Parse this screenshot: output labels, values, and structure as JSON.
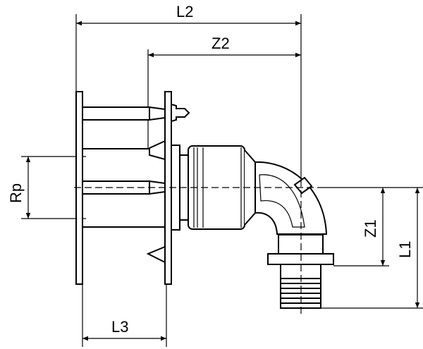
{
  "drawing": {
    "dimensions": {
      "L2": "L2",
      "Z2": "Z2",
      "Rp": "Rp",
      "Z1": "Z1",
      "L1": "L1",
      "L3": "L3"
    },
    "line_color": "#000000",
    "background": "#ffffff"
  }
}
